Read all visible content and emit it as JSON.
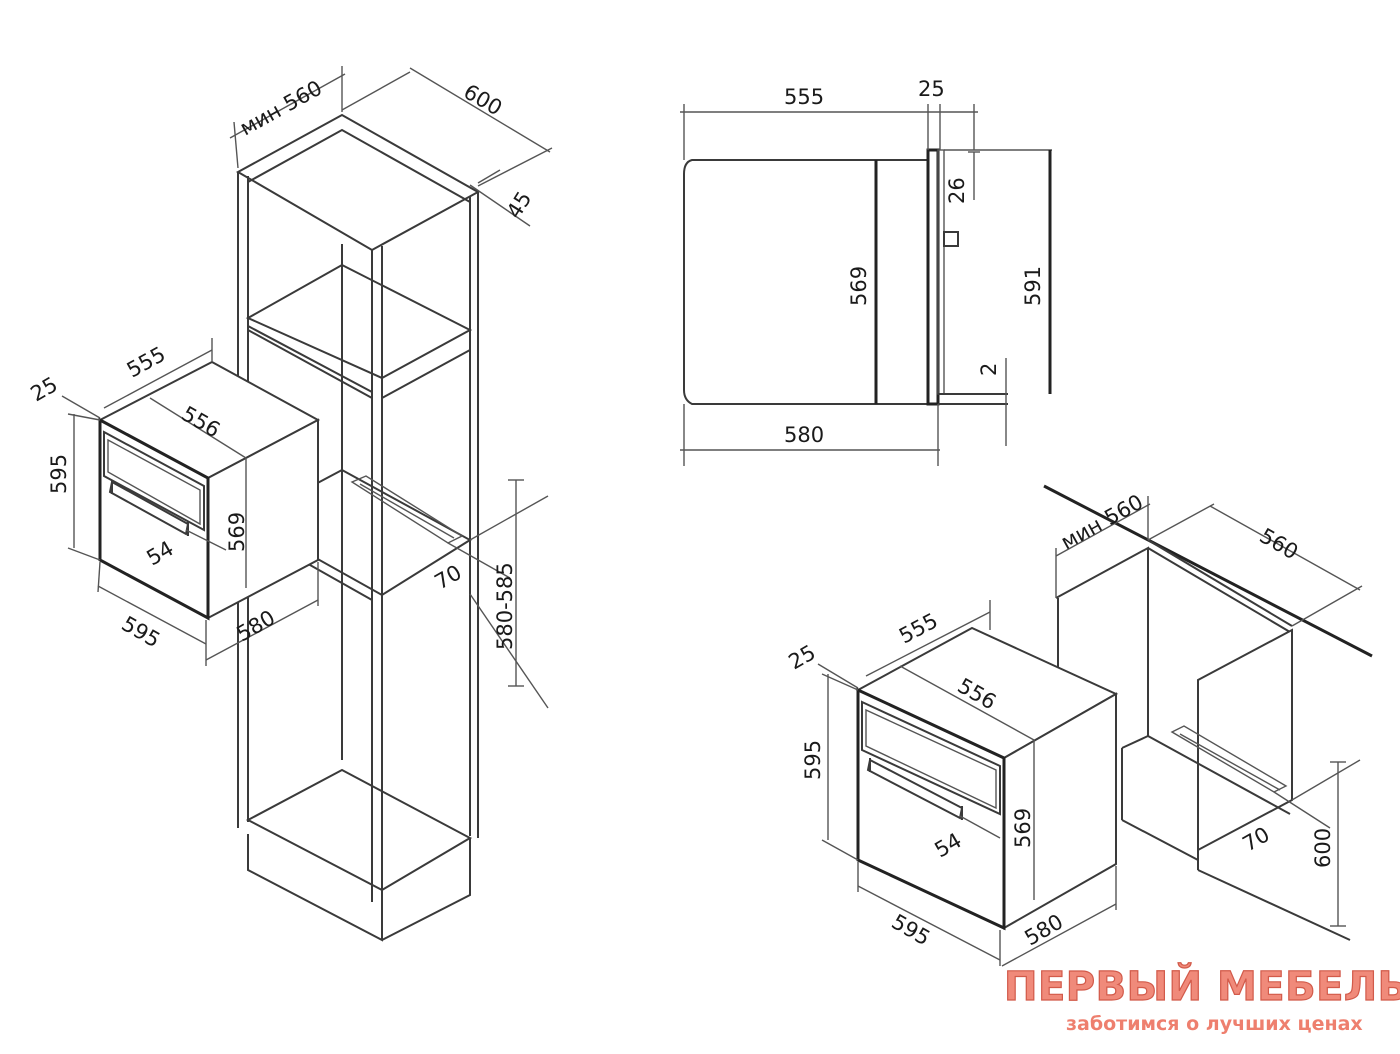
{
  "tall_cabinet": {
    "width_min": "мин 560",
    "depth": "600",
    "back_gap": "45",
    "vent_depth": "70",
    "niche_height": "580-585"
  },
  "oven_left": {
    "front_gap": "25",
    "top_depth": "555",
    "inner_width": "556",
    "height": "595",
    "inner_height": "569",
    "handle_offset": "54",
    "width": "595",
    "depth": "580"
  },
  "side_view": {
    "body_depth": "555",
    "front_thickness": "25",
    "top_offset": "26",
    "body_height": "569",
    "front_height": "591",
    "bottom_offset": "2",
    "total_depth": "580"
  },
  "under_counter": {
    "width_min": "мин 560",
    "depth": "560",
    "vent_depth": "70",
    "niche_height": "600"
  },
  "oven_right": {
    "front_gap": "25",
    "top_depth": "555",
    "inner_width": "556",
    "height": "595",
    "inner_height": "569",
    "handle_offset": "54",
    "width": "595",
    "depth": "580"
  },
  "watermark": {
    "title": "ПЕРВЫЙ МЕБЕЛЬНЫЙ",
    "subtitle": "заботимся о лучших ценах"
  }
}
